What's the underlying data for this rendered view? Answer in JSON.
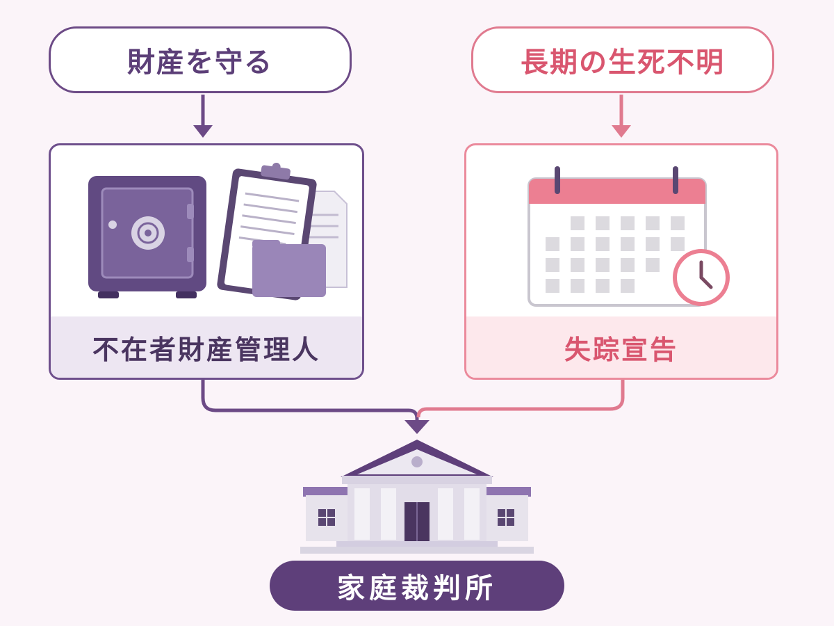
{
  "top_left": {
    "label": "財産を守る"
  },
  "top_right": {
    "label": "長期の生死不明"
  },
  "left_card": {
    "label": "不在者財産管理人"
  },
  "right_card": {
    "label": "失踪宣告"
  },
  "bottom": {
    "label": "家庭裁判所"
  },
  "icons": {
    "left": [
      "safe-icon",
      "clipboard-icon",
      "document-icon",
      "folder-icon"
    ],
    "right": [
      "calendar-icon",
      "clock-icon"
    ],
    "bottom": "courthouse-icon"
  },
  "colors": {
    "purple": "#6c4a86",
    "pink": "#e07a8f",
    "background": "#fbf4f9",
    "court_pill": "#5e3f7a"
  }
}
